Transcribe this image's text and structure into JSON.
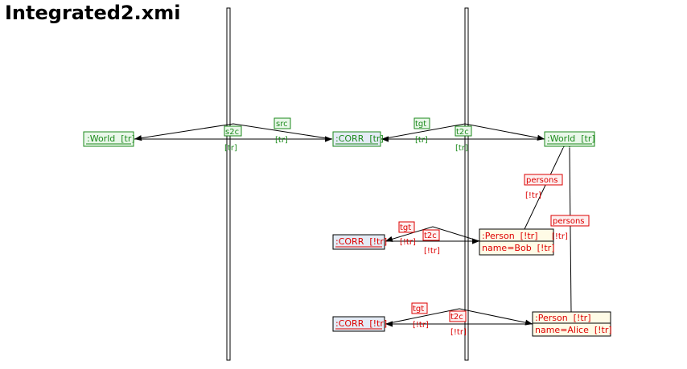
{
  "title": "Integrated2.xmi",
  "colors": {
    "green": "#1c8a1c",
    "red": "#dd0000",
    "green_fill": "#e9f7e9",
    "red_fill": "#fdf0f0",
    "corr_fill": "#e4ebf5",
    "person_fill": "#fffbe6"
  },
  "nodes": {
    "world_src": {
      "label": ":World  [tr]"
    },
    "corr_main": {
      "label": ":CORR  [tr]"
    },
    "world_tgt": {
      "label": ":World  [tr]"
    },
    "corr_bob": {
      "label": ":CORR  [!tr]"
    },
    "person_bob": {
      "label": ":Person  [!tr]",
      "attr": "name=Bob  [!tr]"
    },
    "corr_alice": {
      "label": ":CORR  [!tr]"
    },
    "person_alice": {
      "label": ":Person  [!tr]",
      "attr": "name=Alice  [!tr]"
    }
  },
  "edges": {
    "s2c_main": {
      "name": "s2c",
      "status": "[tr]"
    },
    "src_main": {
      "name": "src",
      "status": "[tr]"
    },
    "tgt_main": {
      "name": "tgt",
      "status": "[tr]"
    },
    "t2c_main": {
      "name": "t2c",
      "status": "[tr]"
    },
    "persons_bob": {
      "name": "persons",
      "status": "[!tr]"
    },
    "persons_alice": {
      "name": "persons",
      "status": "[!tr]"
    },
    "tgt_bob": {
      "name": "tgt",
      "status": "[!tr]"
    },
    "t2c_bob": {
      "name": "t2c",
      "status": "[!tr]"
    },
    "tgt_alice": {
      "name": "tgt",
      "status": "[!tr]"
    },
    "t2c_alice": {
      "name": "t2c",
      "status": "[!tr]"
    }
  }
}
